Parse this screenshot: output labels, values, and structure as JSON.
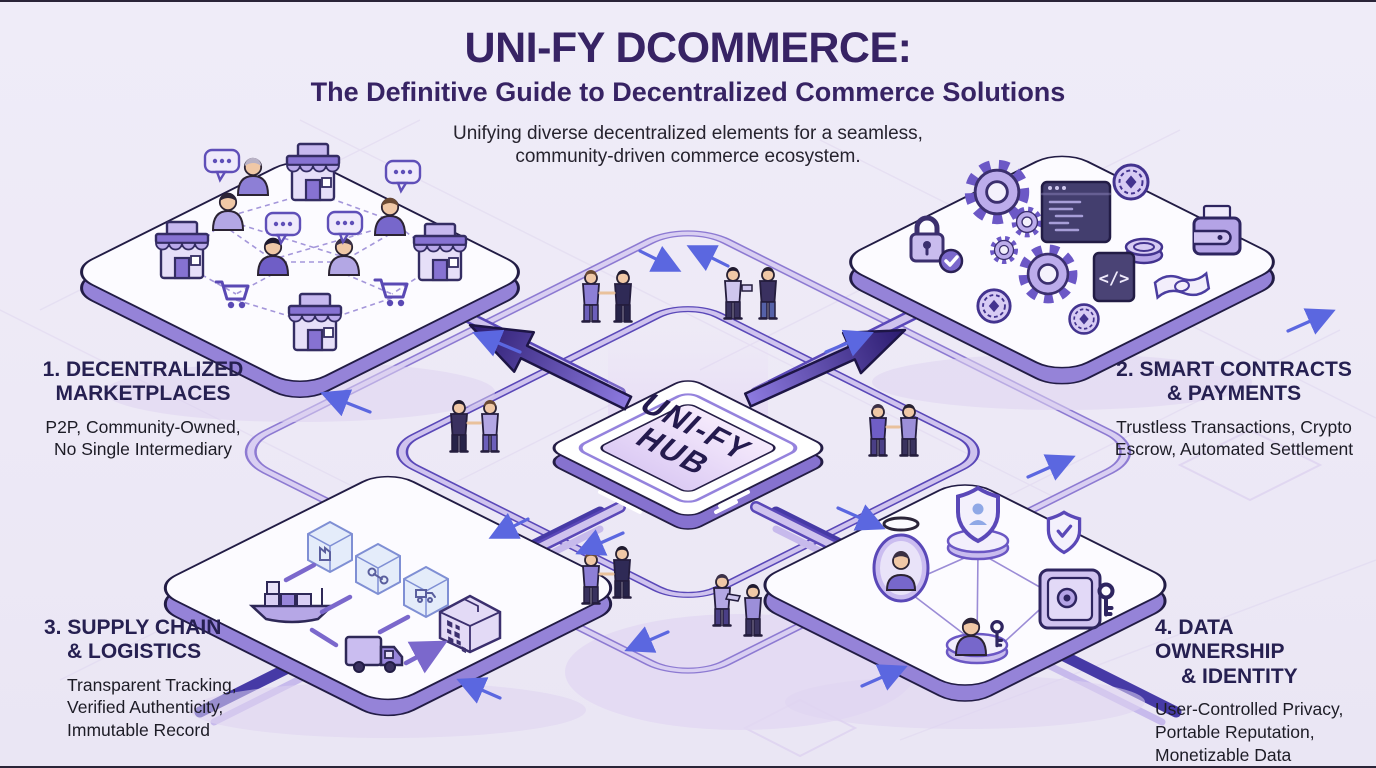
{
  "header": {
    "title": "UNI-FY DCOMMERCE:",
    "subtitle": "The Definitive Guide to Decentralized Commerce Solutions",
    "tagline_line1": "Unifying diverse decentralized elements for a seamless,",
    "tagline_line2": "community-driven commerce ecosystem."
  },
  "hub": {
    "label_line1": "UNI-FY",
    "label_line2": "HUB"
  },
  "sections": [
    {
      "heading_line1": "1. DECENTRALIZED",
      "heading_line2": "MARKETPLACES",
      "desc_lines": [
        "P2P, Community-Owned,",
        "No Single Intermediary"
      ]
    },
    {
      "heading_line1": "2. SMART CONTRACTS",
      "heading_line2": "& PAYMENTS",
      "desc_lines": [
        "Trustless Transactions, Crypto",
        "Escrow, Automated Settlement"
      ]
    },
    {
      "heading_line1": "3. SUPPLY CHAIN",
      "heading_line2": "& LOGISTICS",
      "desc_lines": [
        "Transparent Tracking,",
        "Verified Authenticity,",
        "Immutable Record"
      ]
    },
    {
      "heading_line1": "4. DATA OWNERSHIP",
      "heading_line2": "& IDENTITY",
      "desc_lines": [
        "User-Controlled Privacy,",
        "Portable Reputation,",
        "Monetizable Data"
      ]
    }
  ],
  "icons": {
    "code_glyph": "</>"
  },
  "colors": {
    "background": "#edeaf6",
    "title": "#372364",
    "heading": "#262051",
    "body_text": "#1d1c26",
    "platform_side": "#9583d8",
    "trace": "#5a48b8",
    "trace_fill": "#cfc3ee",
    "dark_trace": "#463aa6",
    "big_arrow_dark": "#2a1a6e",
    "big_arrow_light": "#8d7ae0",
    "small_arrow": "#5b67e0"
  }
}
